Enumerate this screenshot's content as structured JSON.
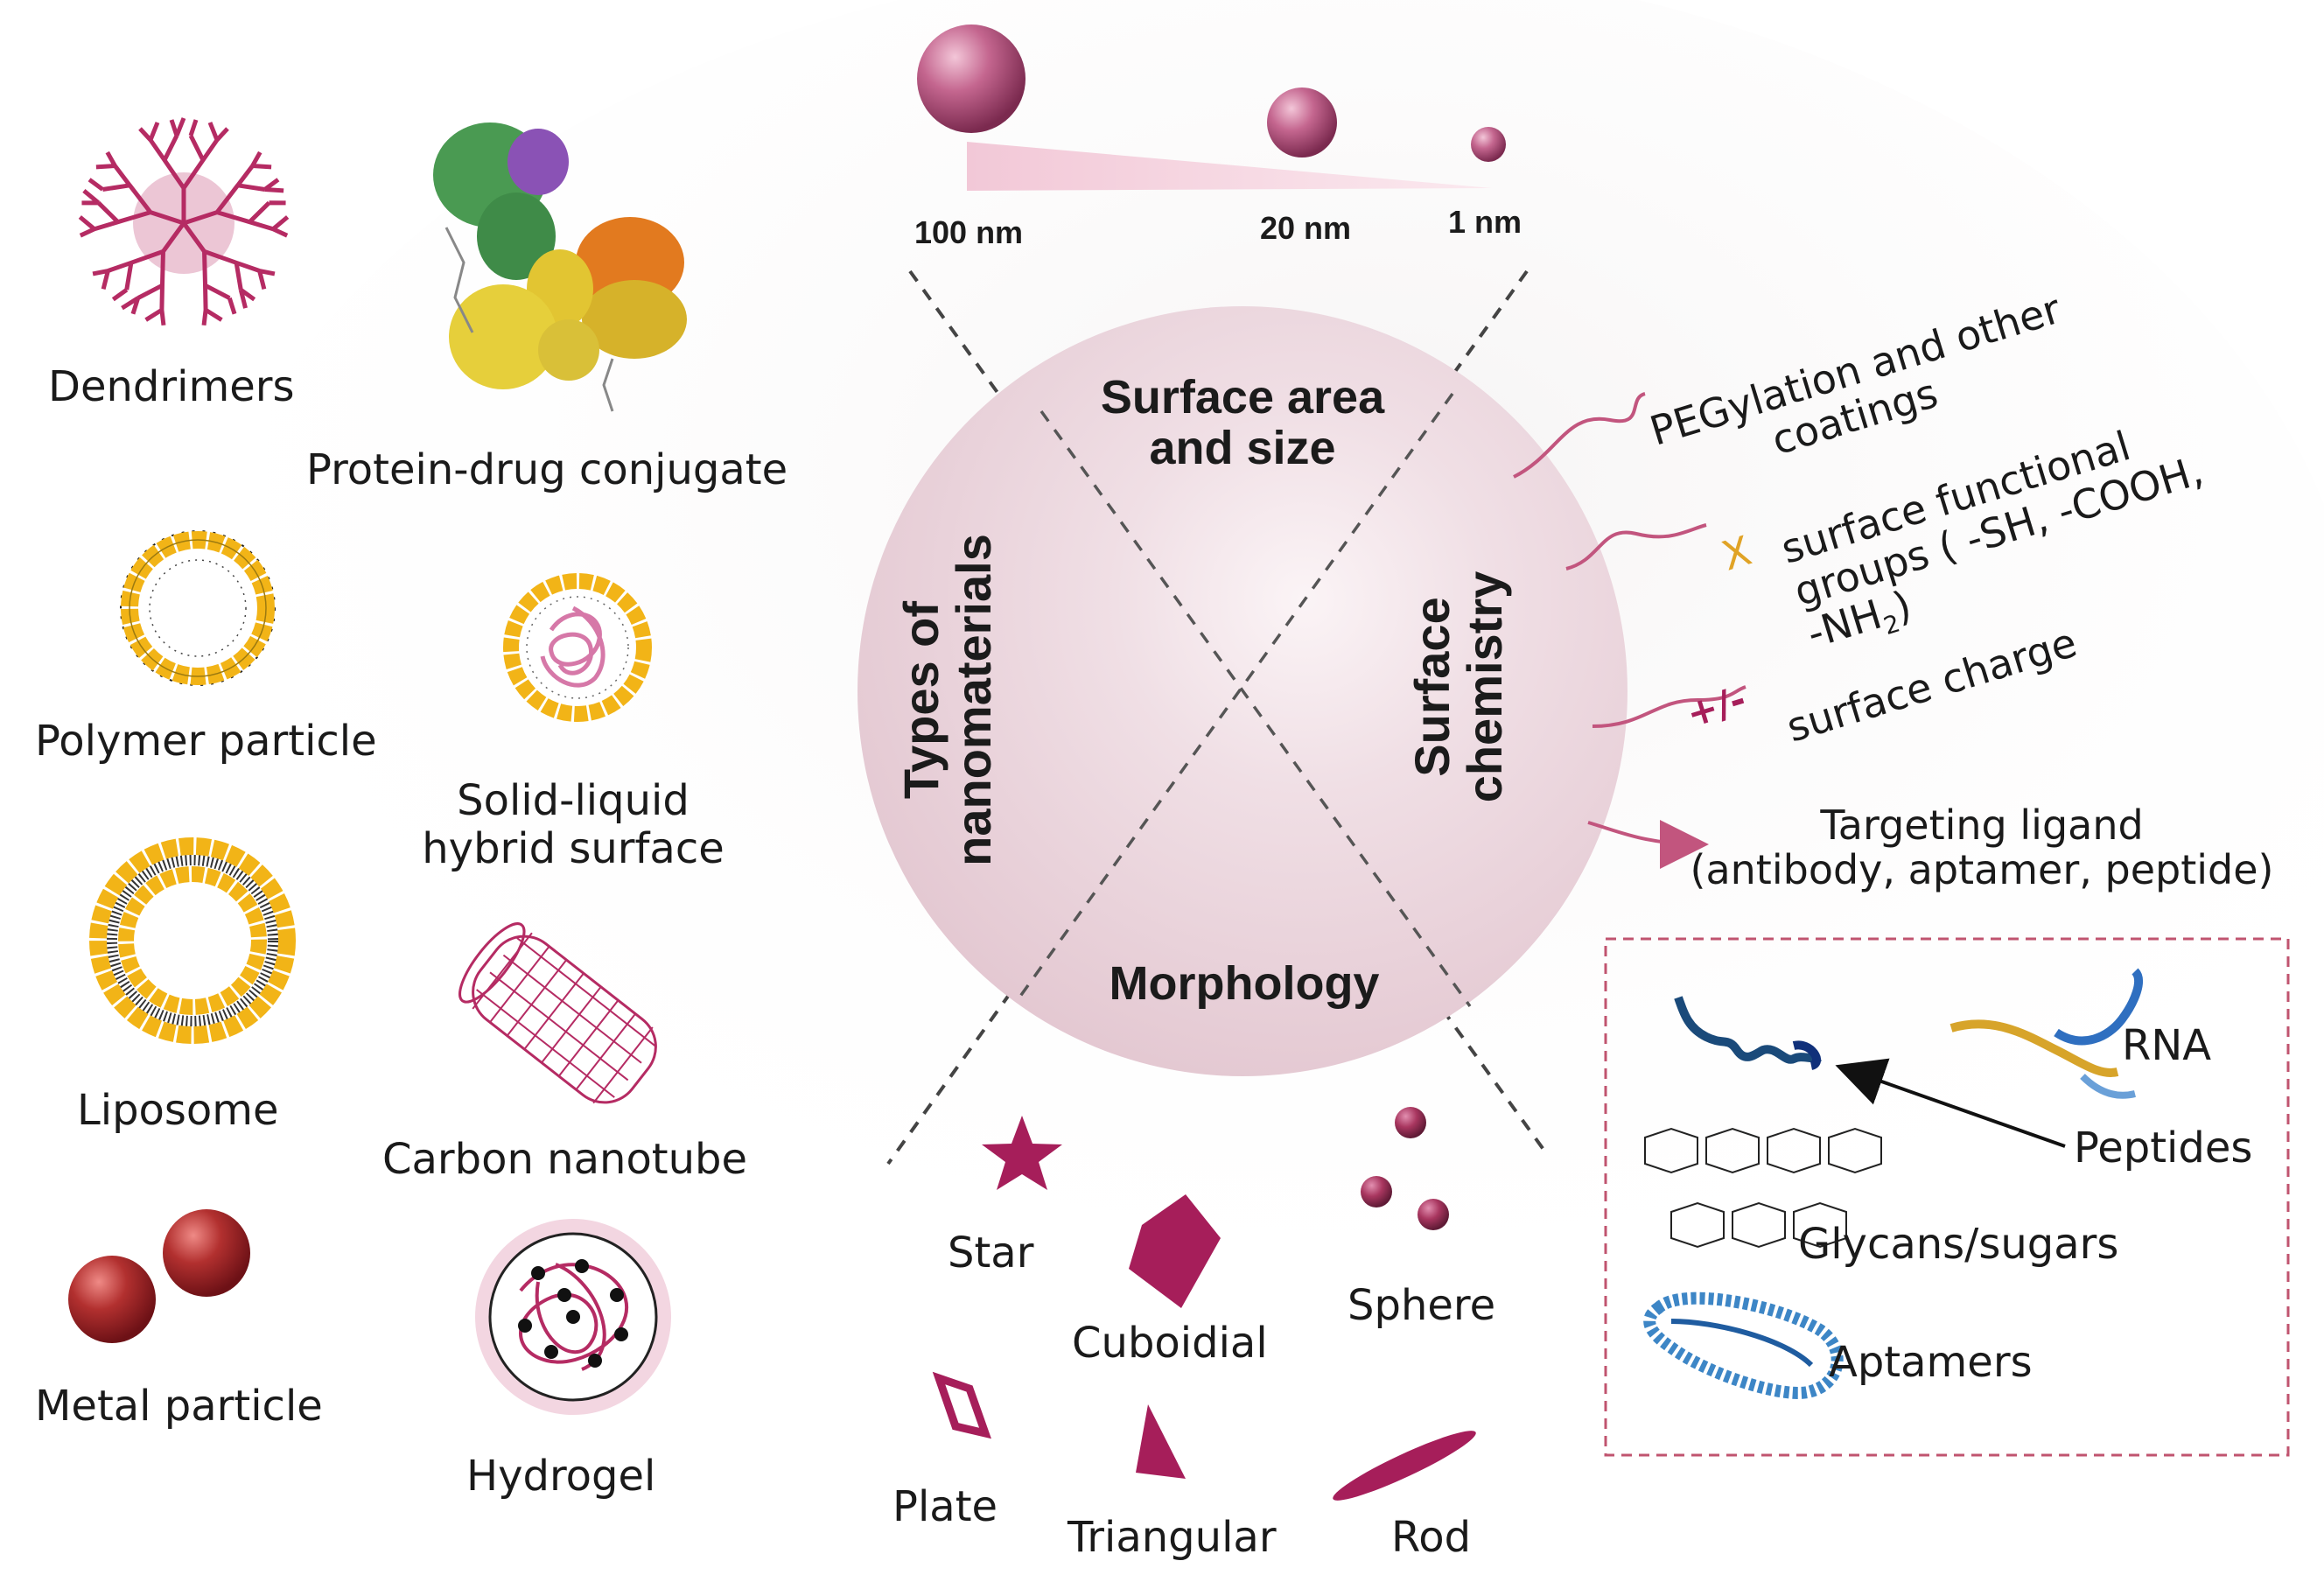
{
  "center": {
    "surface_area_line1": "Surface area",
    "surface_area_line2": "and size",
    "types_line1": "Types of",
    "types_line2": "nanomaterials",
    "surface_chem_line1": "Surface",
    "surface_chem_line2": "chemistry",
    "morphology": "Morphology"
  },
  "sizes": {
    "large": "100 nm",
    "medium": "20 nm",
    "small": "1 nm"
  },
  "nanomaterials": {
    "dendrimers": "Dendrimers",
    "protein_drug": "Protein-drug conjugate",
    "polymer": "Polymer particle",
    "solid_liquid_1": "Solid-liquid",
    "solid_liquid_2": "hybrid surface",
    "liposome": "Liposome",
    "carbon_nanotube": "Carbon nanotube",
    "metal": "Metal particle",
    "hydrogel": "Hydrogel"
  },
  "surface_chemistry": {
    "peg_line1": "PEGylation and other",
    "peg_line2": "coatings",
    "functional_line1": "surface functional",
    "functional_line2": "groups ( -SH, -COOH,",
    "functional_line3_prefix": "-NH",
    "functional_line3_sub": "2",
    "functional_line3_suffix": ")",
    "functional_symbol": "X",
    "charge_symbol": "+/-",
    "charge": "surface charge",
    "targeting_line1": "Targeting ligand",
    "targeting_line2": "(antibody, aptamer, peptide)"
  },
  "ligands": {
    "rna": "RNA",
    "peptides": "Peptides",
    "glycans": "Glycans/sugars",
    "aptamers": "Aptamers"
  },
  "morphology": {
    "star": "Star",
    "cuboidal": "Cuboidial",
    "sphere": "Sphere",
    "plate": "Plate",
    "triangular": "Triangular",
    "rod": "Rod"
  },
  "colors": {
    "magenta": "#a61e5a",
    "pink_line": "#c2557e",
    "center_circle": "#ecd9df",
    "gold": "#f2b417",
    "metal_red": "#a8262b",
    "dash_box": "#c0546f"
  }
}
